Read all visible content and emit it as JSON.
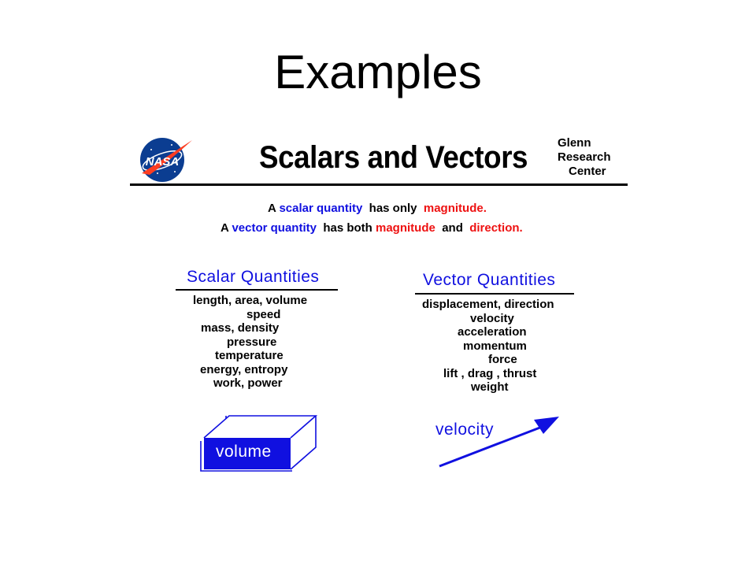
{
  "slide": {
    "title": "Examples"
  },
  "figure": {
    "logo_text": "NASA",
    "heading": "Scalars and Vectors",
    "center": [
      "Glenn",
      "Research",
      "Center"
    ],
    "definition_scalar": {
      "p1": "A",
      "p2": "scalar quantity",
      "p3": "has only",
      "p4": "magnitude."
    },
    "definition_vector": {
      "p1": "A",
      "p2": "vector quantity",
      "p3": "has both",
      "p4": "magnitude",
      "p5": "and",
      "p6": "direction."
    },
    "scalar_column": {
      "heading": "Scalar Quantities",
      "items": [
        "length, area, volume",
        "speed",
        "mass, density",
        "pressure",
        "temperature",
        "energy, entropy",
        "work, power"
      ]
    },
    "vector_column": {
      "heading": "Vector Quantities",
      "items": [
        "displacement, direction",
        "velocity",
        "acceleration",
        "momentum",
        "force",
        "lift , drag , thrust",
        "weight"
      ]
    },
    "box_label": "volume",
    "arrow_label": "velocity"
  },
  "colors": {
    "blue": "#1010e0",
    "red": "#ee1111",
    "nasa_blue": "#0b3d91",
    "nasa_red": "#fc3d21"
  }
}
